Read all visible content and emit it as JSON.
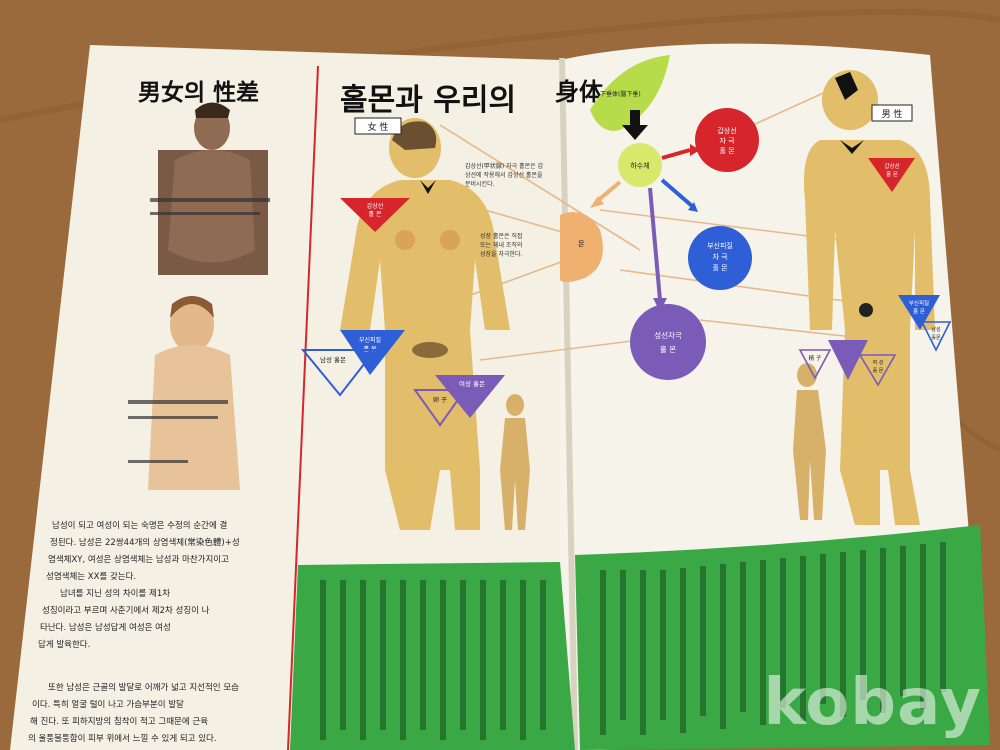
{
  "left_page": {
    "title": "男女의 性差",
    "body_lines": [
      "남성이 되고 여성이 되는 숙명은 수정의 순간에 결",
      "정된다. 남성은 22쌍44개의 상염색체(常染色體)+성",
      "염색체XY, 여성은 상염색체는 남성과 마찬가지이고",
      "성염색체는 XX를 갖는다.",
      "남녀를 지닌 성의 차이를 제1차",
      "성징이라고 부르며 사춘기에서 제2차 성징이 나",
      "타난다. 남성은 남성답게 여성은 여성",
      "답게 발육한다.",
      "또한 남성은 근골의 발달로 어깨가 넓고 지선적인 모습",
      "이다. 특히 얼굴 털이 나고 가슴부분이 발달",
      "해 진다. 또 피하지방의 침착이 적고 그때문에 근육",
      "의 울퉁불퉁함이 피부 위에서 느낄 수 있게 되고 있다."
    ]
  },
  "right_spread": {
    "title_main": "홀몬과 우리의",
    "title_tail": "身体",
    "female_tag": "女 性",
    "male_tag": "男 性",
    "annotation_1": [
      "갑상선(甲状腺) 자극 홀몬은 갑",
      "상선에 작용해서 갑상선 홀몬을",
      "분비시킨다."
    ],
    "annotation_2": [
      "성장 홀몬은 직접",
      "또는 체내 조직의",
      "성장을 자극한다."
    ],
    "pituitary_label": "下垂体(腦下垂)",
    "nodes": {
      "hasuche": "하수체",
      "thyroid_stim": [
        "갑상선",
        "자 극",
        "홀 몬"
      ],
      "adrenal_stim": [
        "부신피질",
        "자 극",
        "홀 몬"
      ],
      "gonad_stim": [
        "성선자극",
        "홀 몬"
      ],
      "growth_partial": "몬",
      "female_thyroid": [
        "갑상선",
        "홀 몬"
      ],
      "female_adrenal": [
        "부신피질",
        "홀 몬"
      ],
      "female_male_hormone": "남성 홀몬",
      "female_female_hormone": "여성 홀몬",
      "ovary": "卵 子",
      "male_thyroid": [
        "갑상선",
        "홀 몬"
      ],
      "male_adrenal": [
        "부신피질",
        "홀 몬"
      ],
      "male_male_hormone": [
        "남성",
        "홀몬"
      ],
      "male_female_hormone": [
        "여 성",
        "홀 몬"
      ],
      "sperm": "精 子"
    }
  },
  "watermark": "kobay",
  "colors": {
    "table": "#9a6a3c",
    "paper": "#f5f1e6",
    "body_skin": "#e2bd6a",
    "red": "#d6262b",
    "blue": "#2f5fd6",
    "purple": "#7a5bb8",
    "orange": "#f0b070",
    "green": "#3aa845",
    "yellow_green": "#d7e86a"
  }
}
